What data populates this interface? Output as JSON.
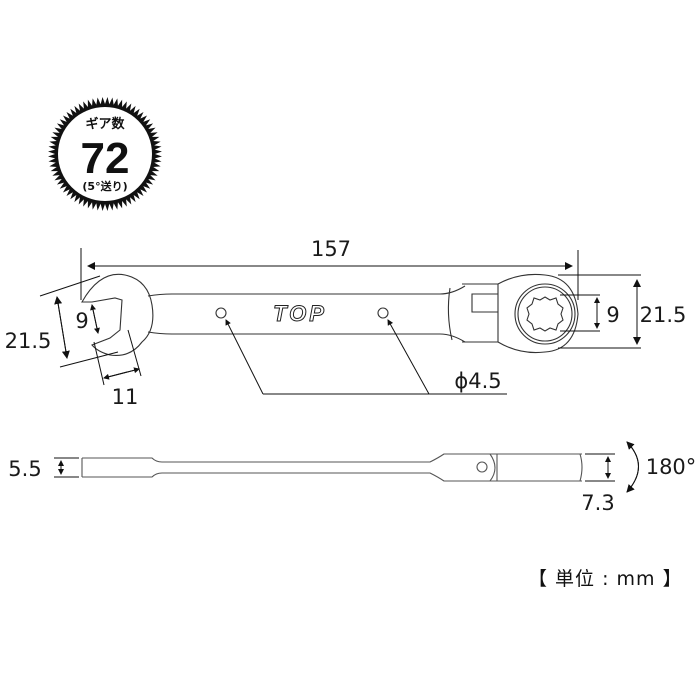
{
  "badge": {
    "title": "ギア数",
    "value": "72",
    "subtitle": "(5°送り)"
  },
  "logo": {
    "text": "TOP"
  },
  "top_view": {
    "overall_length": "157",
    "open_end_outer_width": "21.5",
    "open_end_size": "9",
    "open_end_depth": "11",
    "ring_end_size": "9",
    "ring_end_outer_width": "21.5",
    "hole_diameter": "ϕ4.5"
  },
  "side_view": {
    "open_end_thickness": "5.5",
    "ring_end_thickness": "7.3",
    "swivel_angle": "180°"
  },
  "unit_note": {
    "text": "【 単位 : mm 】"
  }
}
